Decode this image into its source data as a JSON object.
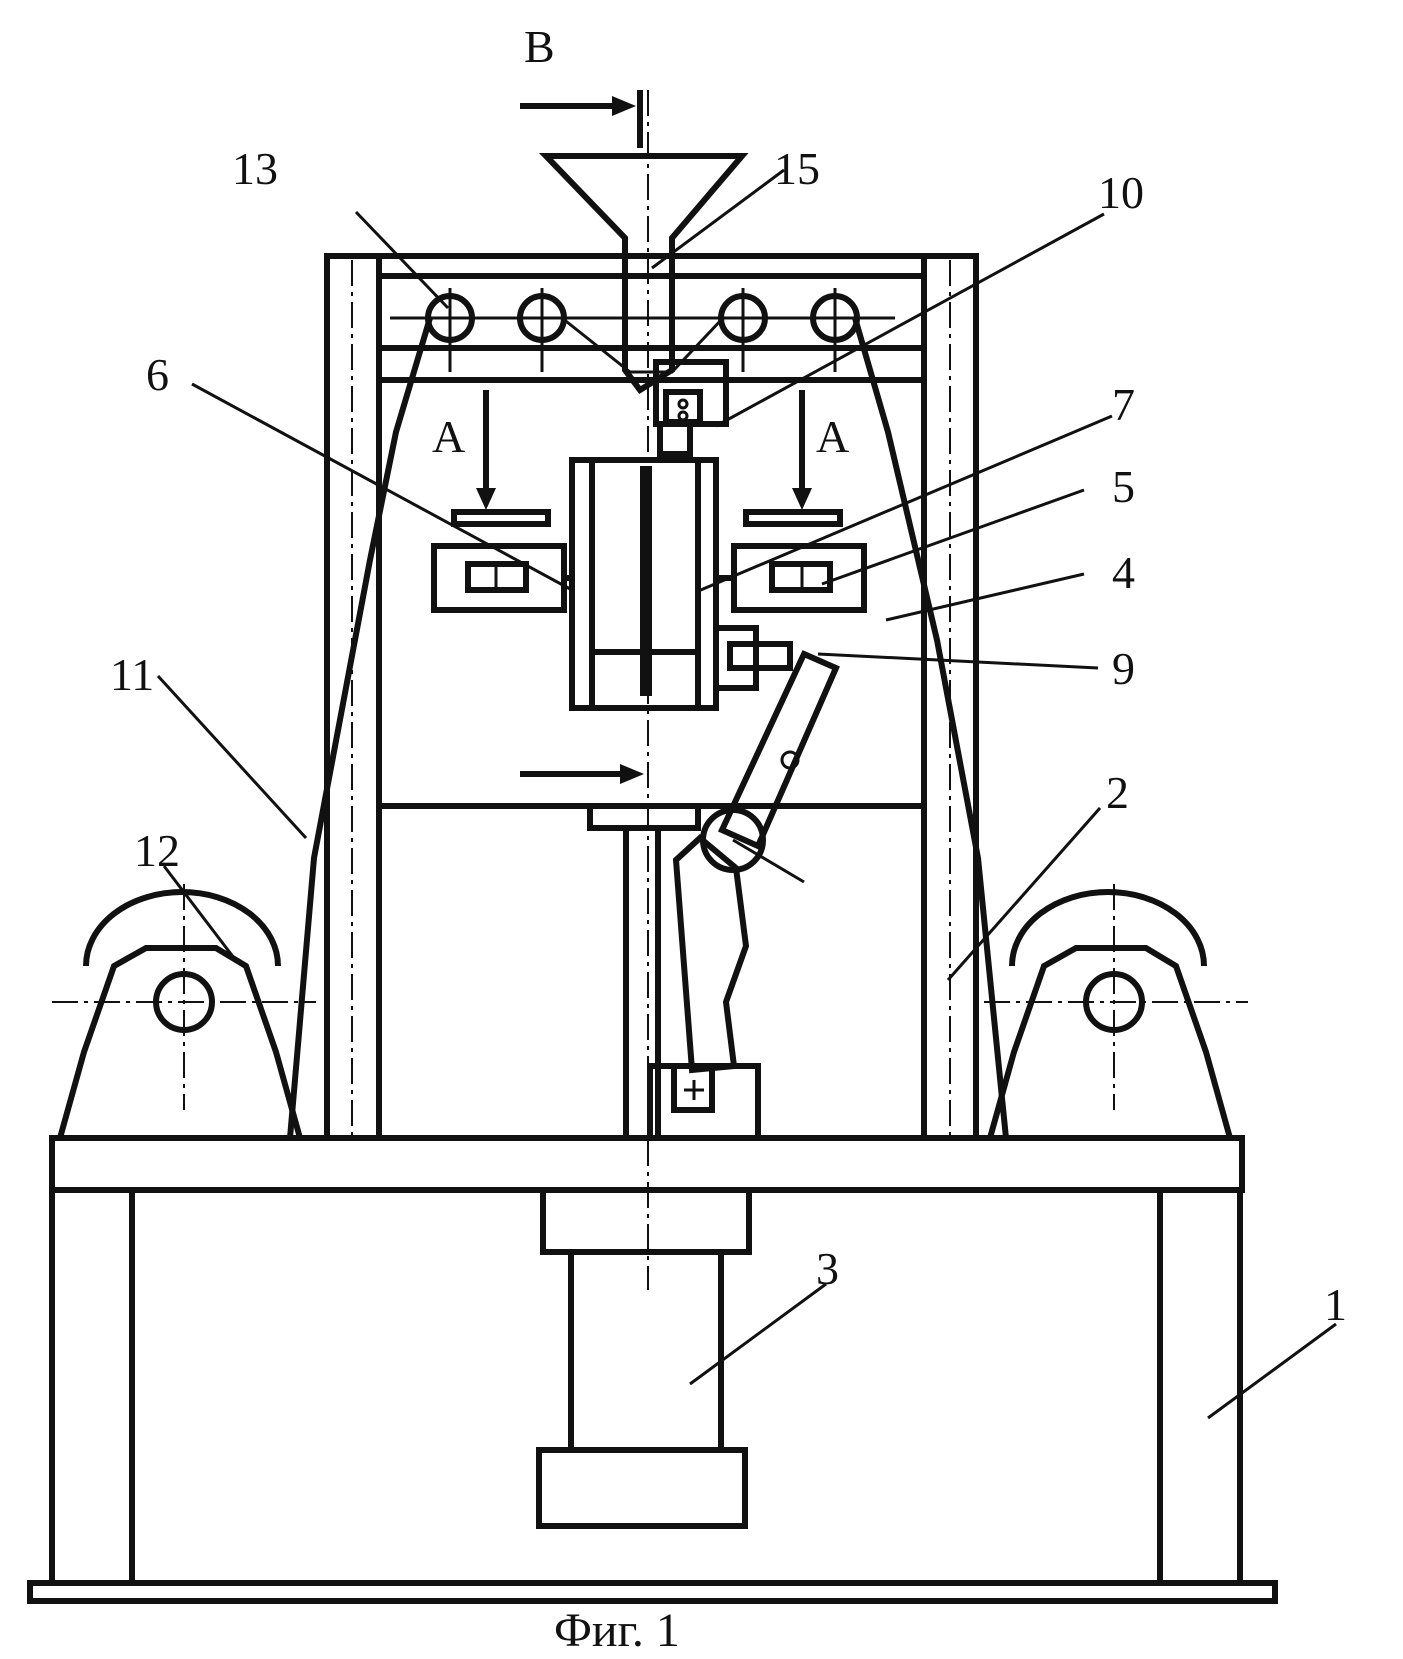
{
  "figure": {
    "caption": "Фиг. 1",
    "view_labels": {
      "top_arrow": "B",
      "section_left": "A",
      "section_right": "A"
    },
    "part_labels": [
      "13",
      "15",
      "10",
      "6",
      "7",
      "5",
      "4",
      "9",
      "11",
      "12",
      "2",
      "3",
      "1"
    ]
  }
}
